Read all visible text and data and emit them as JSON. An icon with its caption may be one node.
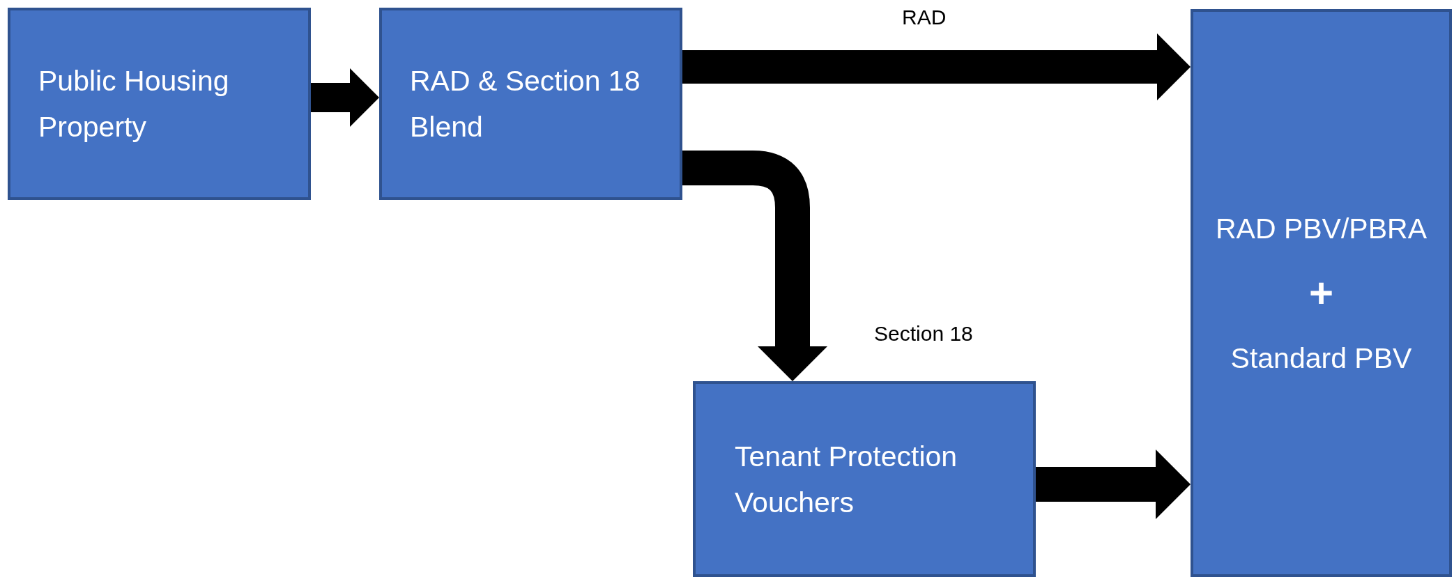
{
  "diagram": {
    "nodes": [
      {
        "text": [
          "Public Housing Property"
        ]
      },
      {
        "text": [
          "RAD & Section 18 Blend"
        ]
      },
      {
        "text": [
          "RAD PBV/PBRA",
          "+",
          "Standard PBV"
        ]
      },
      {
        "text": [
          "Tenant Protection Vouchers"
        ]
      }
    ],
    "edges": [
      {
        "from": 0,
        "to": 1,
        "arrow": "to"
      },
      {
        "from": 1,
        "to": 2,
        "arrow": "to",
        "label": "RAD"
      },
      {
        "from": 1,
        "to": 3,
        "arrow": "to",
        "label": "Section 18"
      },
      {
        "from": 3,
        "to": 2,
        "arrow": "to"
      }
    ]
  }
}
